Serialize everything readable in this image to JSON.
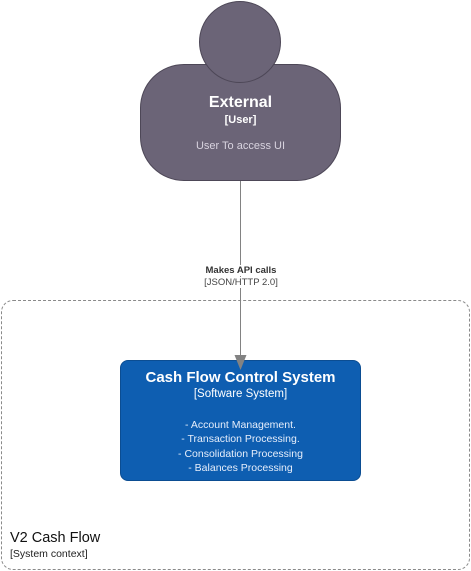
{
  "person": {
    "title": "External",
    "type": "[User]",
    "description": "User To access UI"
  },
  "relationship": {
    "label": "Makes API calls",
    "technology": "[JSON/HTTP 2.0]"
  },
  "system": {
    "title": "Cash Flow Control System",
    "type": "[Software System]",
    "description_lines": [
      "- Account Management.",
      "- Transaction Processing.",
      "- Consolidation Processing",
      "- Balances Processing"
    ]
  },
  "boundary": {
    "title": "V2 Cash Flow",
    "type": "[System context]"
  },
  "colors": {
    "person_fill": "#6b6477",
    "system_fill": "#0e5eb1",
    "connector": "#828282"
  }
}
